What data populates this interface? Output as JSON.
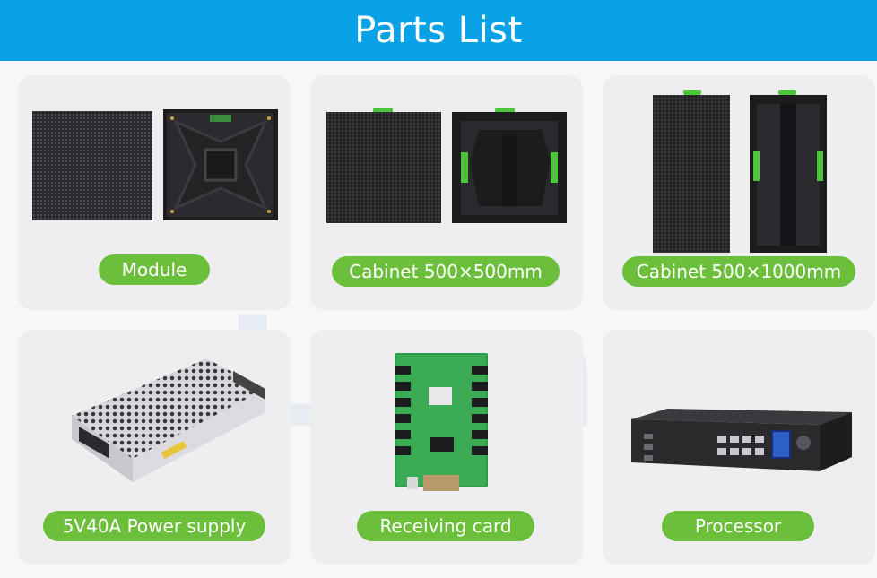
{
  "page": {
    "title": "Parts List"
  },
  "watermark": {
    "text": "Lumen"
  },
  "colors": {
    "header": "#0aa2e6",
    "pill": "#6cbf3a",
    "card": "#eeeef0",
    "accent_green": "#4cc53a"
  },
  "parts": [
    {
      "label": "Module",
      "icon": "led-module-icon"
    },
    {
      "label": "Cabinet 500×500mm",
      "icon": "cabinet-500-icon"
    },
    {
      "label": "Cabinet 500×1000mm",
      "icon": "cabinet-1000-icon"
    },
    {
      "label": "5V40A Power supply",
      "icon": "power-supply-icon"
    },
    {
      "label": "Receiving card",
      "icon": "receiving-card-icon"
    },
    {
      "label": "Processor",
      "icon": "processor-icon"
    }
  ]
}
